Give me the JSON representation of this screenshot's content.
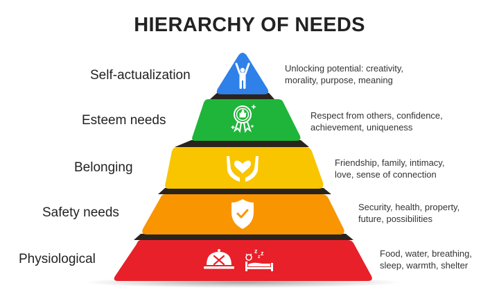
{
  "title": "HIERARCHY OF NEEDS",
  "colors": {
    "self_actualization": "#2F80E8",
    "esteem": "#1FB53A",
    "belonging": "#F9C400",
    "safety": "#F99500",
    "physiological": "#E8202A",
    "separator": "#2A241C",
    "icon": "#FFFFFF",
    "text": "#222222"
  },
  "levels": [
    {
      "label": "Self-actualization",
      "description_line1": "Unlocking potential: creativity,",
      "description_line2": "morality, purpose, meaning",
      "icon": "person-arms-raised-icon"
    },
    {
      "label": "Esteem needs",
      "description_line1": "Respect from others, confidence,",
      "description_line2": "achievement, uniqueness",
      "icon": "award-badge-thumbs-up-icon"
    },
    {
      "label": "Belonging",
      "description_line1": "Friendship, family, intimacy,",
      "description_line2": "love, sense of connection",
      "icon": "hands-holding-heart-icon"
    },
    {
      "label": "Safety needs",
      "description_line1": "Security, health, property,",
      "description_line2": "future, possibilities",
      "icon": "shield-check-icon"
    },
    {
      "label": "Physiological",
      "description_line1": "Food, water, breathing,",
      "description_line2": "sleep, warmth, shelter",
      "icon": "food-cloche-and-bed-icon"
    }
  ]
}
